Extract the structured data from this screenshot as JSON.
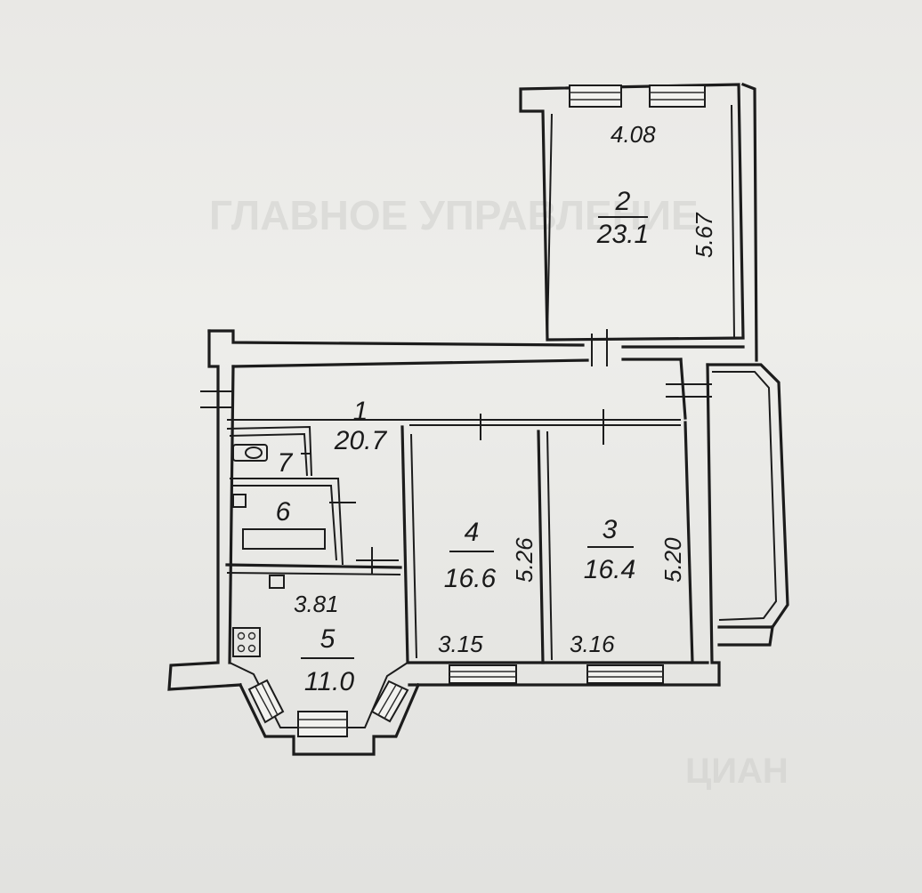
{
  "plan": {
    "rooms": [
      {
        "id": "room-1",
        "number": "1",
        "area": "20.7"
      },
      {
        "id": "room-2",
        "number": "2",
        "area": "23.1",
        "width": "4.08",
        "length": "5.67"
      },
      {
        "id": "room-3",
        "number": "3",
        "area": "16.4",
        "width": "3.16",
        "length": "5.20"
      },
      {
        "id": "room-4",
        "number": "4",
        "area": "16.6",
        "width": "3.15",
        "length": "5.26"
      },
      {
        "id": "room-5",
        "number": "5",
        "area": "11.0",
        "width": "3.81"
      },
      {
        "id": "room-6",
        "number": "6"
      },
      {
        "id": "room-7",
        "number": "7"
      }
    ]
  },
  "watermark": {
    "brand": "ЦИАН",
    "faint_heading": "ГЛАВНОЕ УПРАВЛЕНИЕ"
  }
}
